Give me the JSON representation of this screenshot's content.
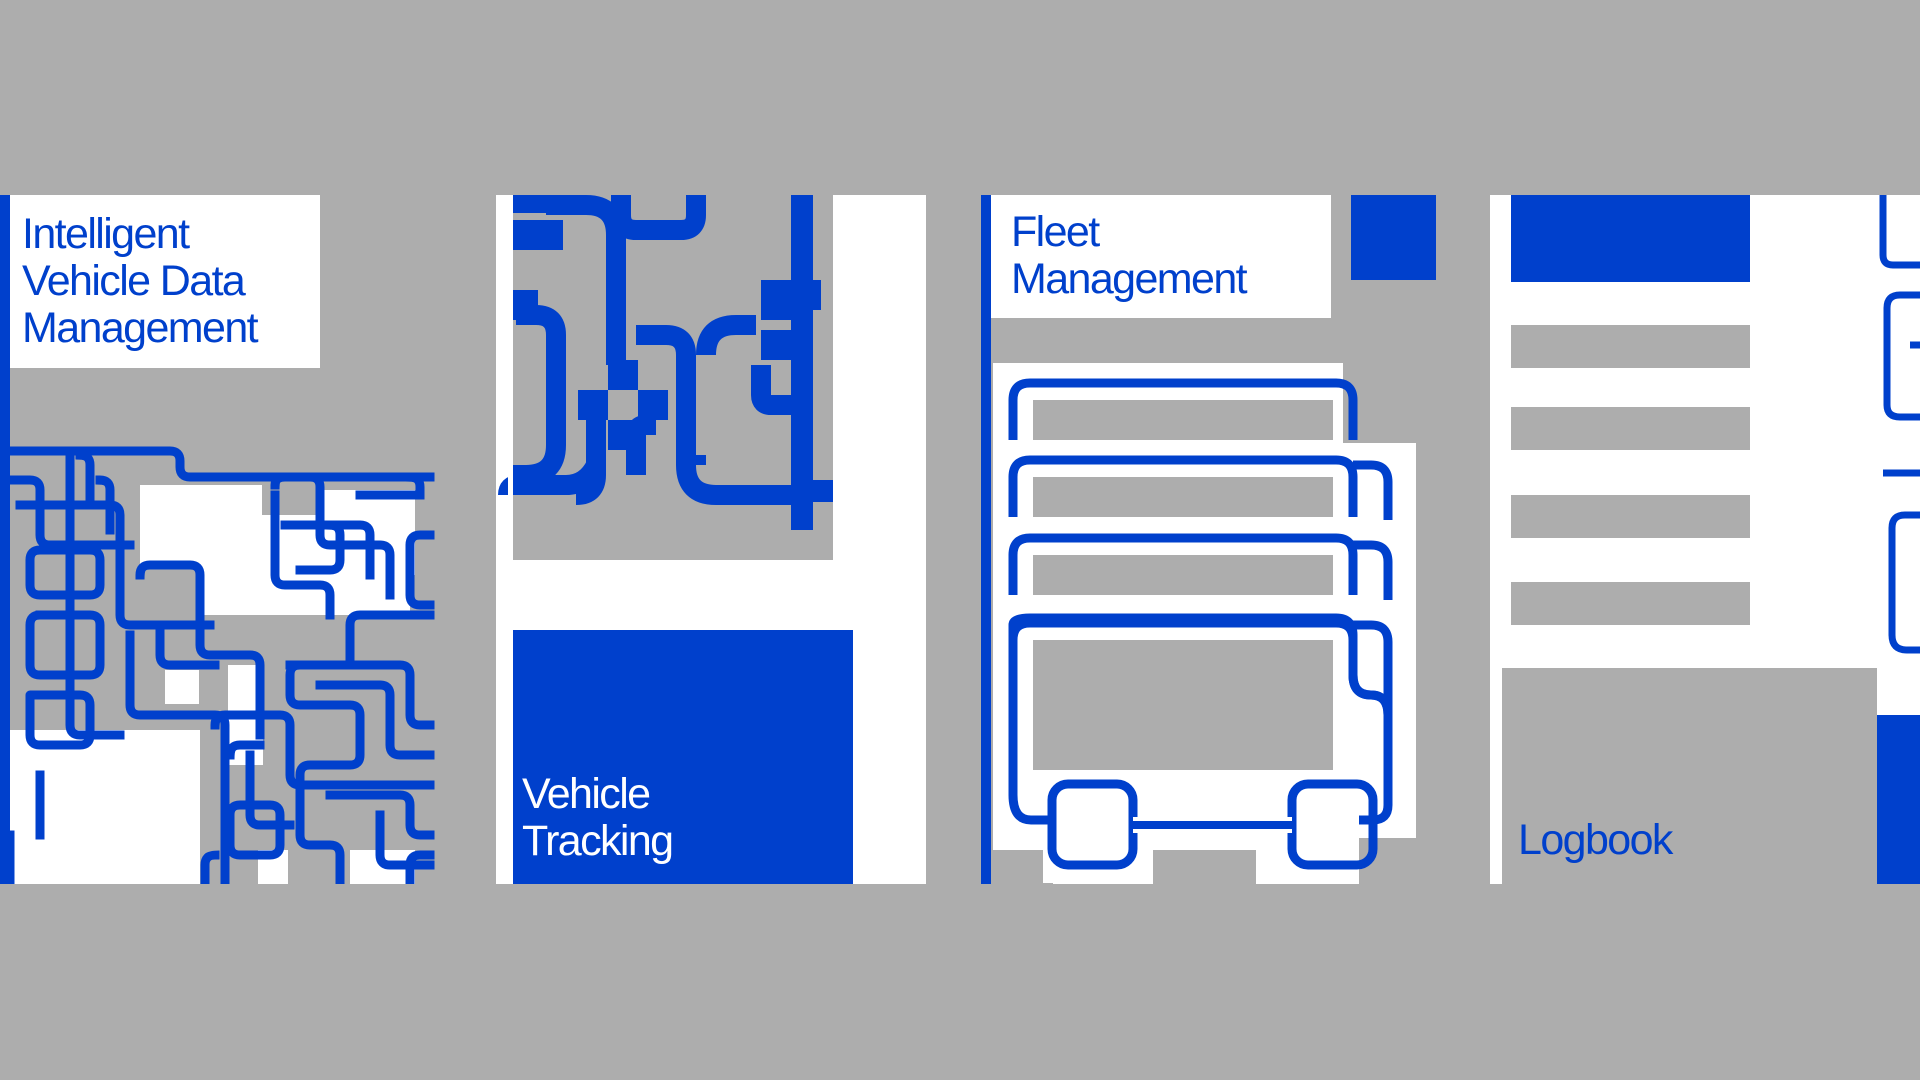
{
  "colors": {
    "background": "#adadad",
    "accent": "#0040cc",
    "paper": "#ffffff"
  },
  "covers": [
    {
      "title_lines": [
        "Intelligent",
        "Vehicle Data",
        "Management"
      ]
    },
    {
      "title_lines": [
        "Vehicle",
        "Tracking"
      ]
    },
    {
      "title_lines": [
        "Fleet",
        "Management"
      ]
    },
    {
      "title_lines": [
        "Logbook"
      ]
    }
  ]
}
